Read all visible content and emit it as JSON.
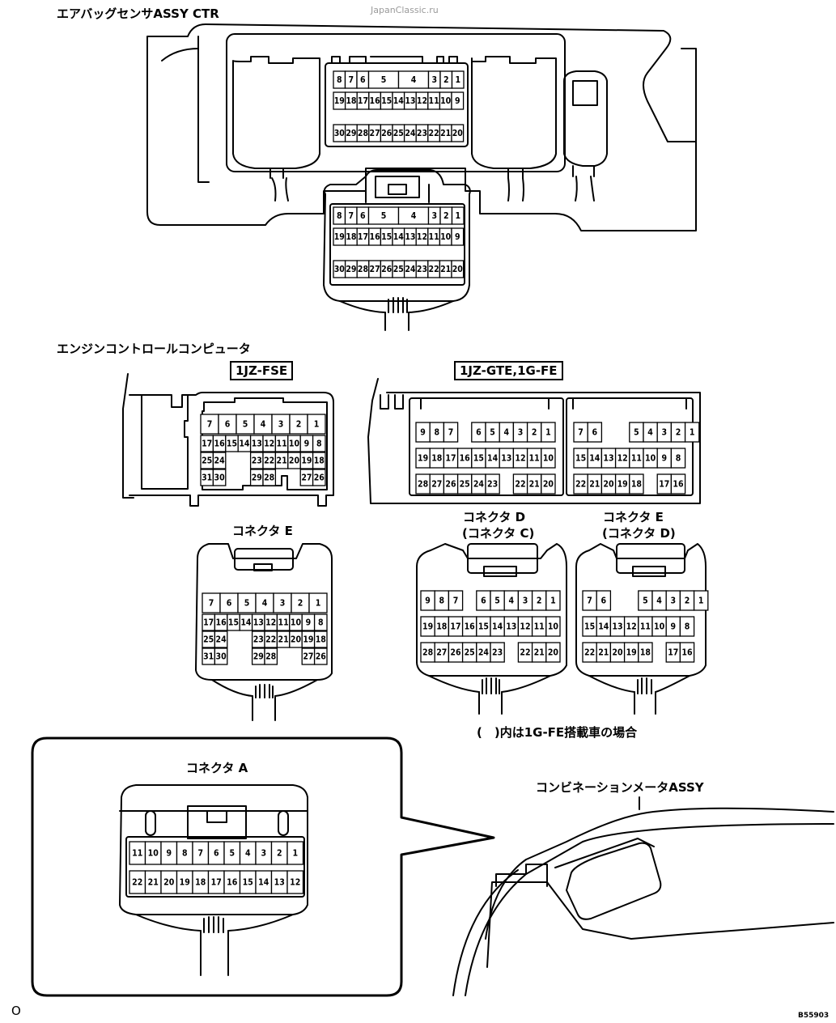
{
  "labels": {
    "airbag_sensor": "エアバッグセンサASSY CTR",
    "watermark": "JapanClassic.ru",
    "engine_ecu": "エンジンコントロールコンピュータ",
    "variant_fse": "1JZ-FSE",
    "variant_gte": "1JZ-GTE,1G-FE",
    "connector_e": "コネクタ E",
    "connector_d_line1": "コネクタ D",
    "connector_d_line2": "(コネクタ C)",
    "connector_e2_line1": "コネクタ E",
    "connector_e2_line2": "(コネクタ D)",
    "note": "(　)内は1G-FE搭載車の場合",
    "connector_a": "コネクタ A",
    "meter": "コンビネーションメータASSY",
    "corner": "O",
    "code": "B55903"
  },
  "connectors": {
    "airbag": [
      [
        "8",
        "7",
        "6",
        "5",
        "4",
        "3",
        "2",
        "1"
      ],
      [
        "19",
        "18",
        "17",
        "16",
        "15",
        "14",
        "13",
        "12",
        "11",
        "10",
        "9"
      ],
      [
        "30",
        "29",
        "28",
        "27",
        "26",
        "25",
        "24",
        "23",
        "22",
        "21",
        "20"
      ]
    ],
    "ecu_fse": [
      [
        "7",
        "6",
        "5",
        "4",
        "3",
        "2",
        "1"
      ],
      [
        "17",
        "16",
        "15",
        "14",
        "13",
        "12",
        "11",
        "10",
        "9",
        "8"
      ],
      [
        "25",
        "24",
        "23",
        "22",
        "21",
        "20",
        "19",
        "18"
      ],
      [
        "31",
        "30",
        "29",
        "28",
        "27",
        "26"
      ]
    ],
    "ecu_gte_d": [
      [
        "9",
        "8",
        "7",
        "6",
        "5",
        "4",
        "3",
        "2",
        "1"
      ],
      [
        "19",
        "18",
        "17",
        "16",
        "15",
        "14",
        "13",
        "12",
        "11",
        "10"
      ],
      [
        "28",
        "27",
        "26",
        "25",
        "24",
        "23",
        "22",
        "21",
        "20"
      ]
    ],
    "ecu_gte_e": [
      [
        "7",
        "6",
        "5",
        "4",
        "3",
        "2",
        "1"
      ],
      [
        "15",
        "14",
        "13",
        "12",
        "11",
        "10",
        "9",
        "8"
      ],
      [
        "22",
        "21",
        "20",
        "19",
        "18",
        "17",
        "16"
      ]
    ],
    "meter_a": [
      [
        "11",
        "10",
        "9",
        "8",
        "7",
        "6",
        "5",
        "4",
        "3",
        "2",
        "1"
      ],
      [
        "22",
        "21",
        "20",
        "19",
        "18",
        "17",
        "16",
        "15",
        "14",
        "13",
        "12"
      ]
    ]
  }
}
